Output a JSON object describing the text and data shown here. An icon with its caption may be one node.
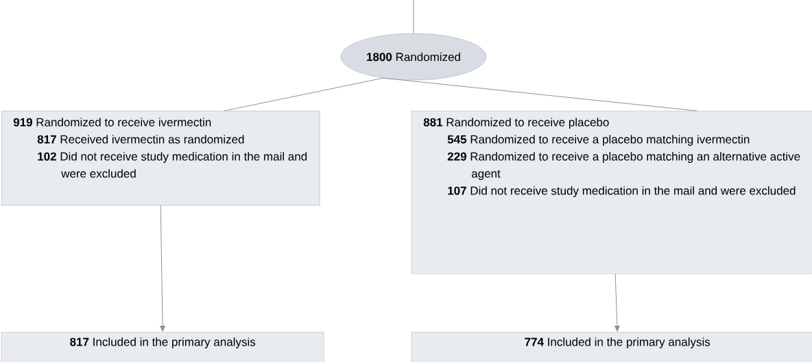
{
  "diagram": {
    "nodes": [
      {
        "text": [
          "**1800** Randomized"
        ]
      },
      {
        "text": [
          "**919** Randomized to receive ivermectin",
          "**817** Received ivermectin as randomized",
          "**102** Did not receive study medication in the mail and were excluded"
        ]
      },
      {
        "text": [
          "**881** Randomized to receive placebo",
          "**545** Randomized to receive a placebo matching ivermectin",
          "**229** Randomized to receive a placebo matching an alternative active agent",
          "**107** Did not receive study medication in the mail and were excluded"
        ]
      },
      {
        "text": [
          "**817** Included in the primary analysis"
        ]
      },
      {
        "text": [
          "**774** Included in the primary analysis"
        ]
      }
    ],
    "edges": [
      {
        "from": null,
        "to": 0,
        "arrow": "none"
      },
      {
        "from": 0,
        "to": 1,
        "arrow": "none"
      },
      {
        "from": 0,
        "to": 2,
        "arrow": "none"
      },
      {
        "from": 1,
        "to": 3,
        "arrow": "to"
      },
      {
        "from": 2,
        "to": 4,
        "arrow": "to"
      }
    ]
  }
}
